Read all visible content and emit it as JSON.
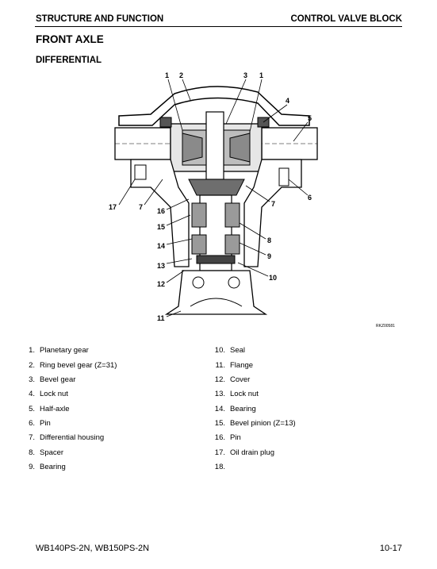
{
  "header": {
    "left": "STRUCTURE AND FUNCTION",
    "right": "CONTROL VALVE BLOCK"
  },
  "title": "FRONT AXLE",
  "subtitle": "DIFFERENTIAL",
  "figure": {
    "code": "RKZ00581",
    "callouts": [
      "1",
      "2",
      "3",
      "1",
      "4",
      "5",
      "6",
      "7",
      "8",
      "9",
      "10",
      "11",
      "12",
      "13",
      "14",
      "15",
      "16",
      "7",
      "17"
    ]
  },
  "legend": {
    "left": [
      {
        "num": "1.",
        "text": "Planetary gear"
      },
      {
        "num": "2.",
        "text": "Ring bevel gear (Z=31)"
      },
      {
        "num": "3.",
        "text": "Bevel gear"
      },
      {
        "num": "4.",
        "text": "Lock nut"
      },
      {
        "num": "5.",
        "text": "Half-axle"
      },
      {
        "num": "6.",
        "text": "Pin"
      },
      {
        "num": "7.",
        "text": "Differential housing"
      },
      {
        "num": "8.",
        "text": "Spacer"
      },
      {
        "num": "9.",
        "text": "Bearing"
      }
    ],
    "right": [
      {
        "num": "10.",
        "text": "Seal"
      },
      {
        "num": "11.",
        "text": "Flange"
      },
      {
        "num": "12.",
        "text": "Cover"
      },
      {
        "num": "13.",
        "text": "Lock nut"
      },
      {
        "num": "14.",
        "text": "Bearing"
      },
      {
        "num": "15.",
        "text": "Bevel pinion (Z=13)"
      },
      {
        "num": "16.",
        "text": "Pin"
      },
      {
        "num": "17.",
        "text": "Oil drain plug"
      },
      {
        "num": "18.",
        "text": ""
      }
    ]
  },
  "footer": {
    "model": "WB140PS-2N, WB150PS-2N",
    "page": "10-17"
  }
}
